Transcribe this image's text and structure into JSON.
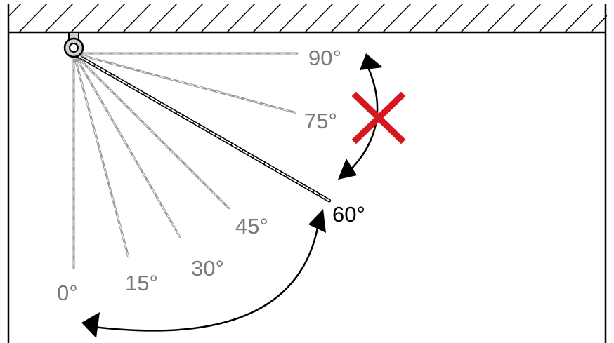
{
  "colors": {
    "inactive": "#7a7a7a",
    "active": "#000000",
    "forbidden": "#d7171f",
    "frame": "#000000"
  },
  "icons": {
    "anchor": "eye-bolt-icon",
    "forbidden": "forbidden-x-icon"
  },
  "allowed_range_deg": [
    0,
    60
  ],
  "forbidden_range_deg": [
    60,
    90
  ],
  "selected_angle": 60,
  "angles": [
    {
      "deg": 0,
      "label": "0°",
      "active": false
    },
    {
      "deg": 15,
      "label": "15°",
      "active": false
    },
    {
      "deg": 30,
      "label": "30°",
      "active": false
    },
    {
      "deg": 45,
      "label": "45°",
      "active": false
    },
    {
      "deg": 60,
      "label": "60°",
      "active": true
    },
    {
      "deg": 75,
      "label": "75°",
      "active": false
    },
    {
      "deg": 90,
      "label": "90°",
      "active": false
    }
  ]
}
